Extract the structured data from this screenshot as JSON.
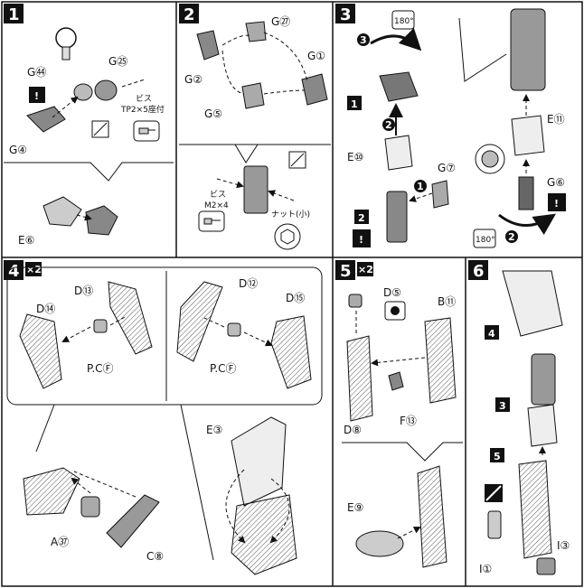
{
  "steps": {
    "s1": {
      "number": "1",
      "labels": {
        "g44": "G㊹",
        "g25": "G㉕",
        "g4": "G④",
        "e6": "E⑥",
        "screw": "ビス",
        "screw_spec": "TP2×5座付"
      }
    },
    "s2": {
      "number": "2",
      "labels": {
        "g27": "G㉗",
        "g2": "G②",
        "g1": "G①",
        "g5": "G⑤",
        "screw": "ビス",
        "screw_spec": "M2×4",
        "nut": "ナット(小)"
      }
    },
    "s3": {
      "number": "3",
      "labels": {
        "e10": "E⑩",
        "g7": "G⑦",
        "e11": "E⑪",
        "g6": "G⑥",
        "rot1": "180°",
        "rot2": "180°",
        "ref1": "1",
        "ref2": "2",
        "arr1": "1",
        "arr2": "2",
        "arr3": "3"
      }
    },
    "s4": {
      "number": "4",
      "multiplier": "×2",
      "labels": {
        "d13": "D⑬",
        "d14": "D⑭",
        "d12": "D⑫",
        "d15": "D⑮",
        "pcf_left": "P.CⒻ",
        "pcf_right": "P.CⒻ",
        "e3": "E③",
        "a37": "A㊲",
        "c8": "C⑧"
      }
    },
    "s5": {
      "number": "5",
      "multiplier": "×2",
      "labels": {
        "d5": "D⑤",
        "b11": "B⑪",
        "d8": "D⑧",
        "f13": "F⑬",
        "e9": "E⑨"
      }
    },
    "s6": {
      "number": "6",
      "labels": {
        "ref4": "4",
        "ref3": "3",
        "ref5": "5",
        "i1": "I①",
        "i3": "I③"
      }
    }
  },
  "warning_mark": "!"
}
